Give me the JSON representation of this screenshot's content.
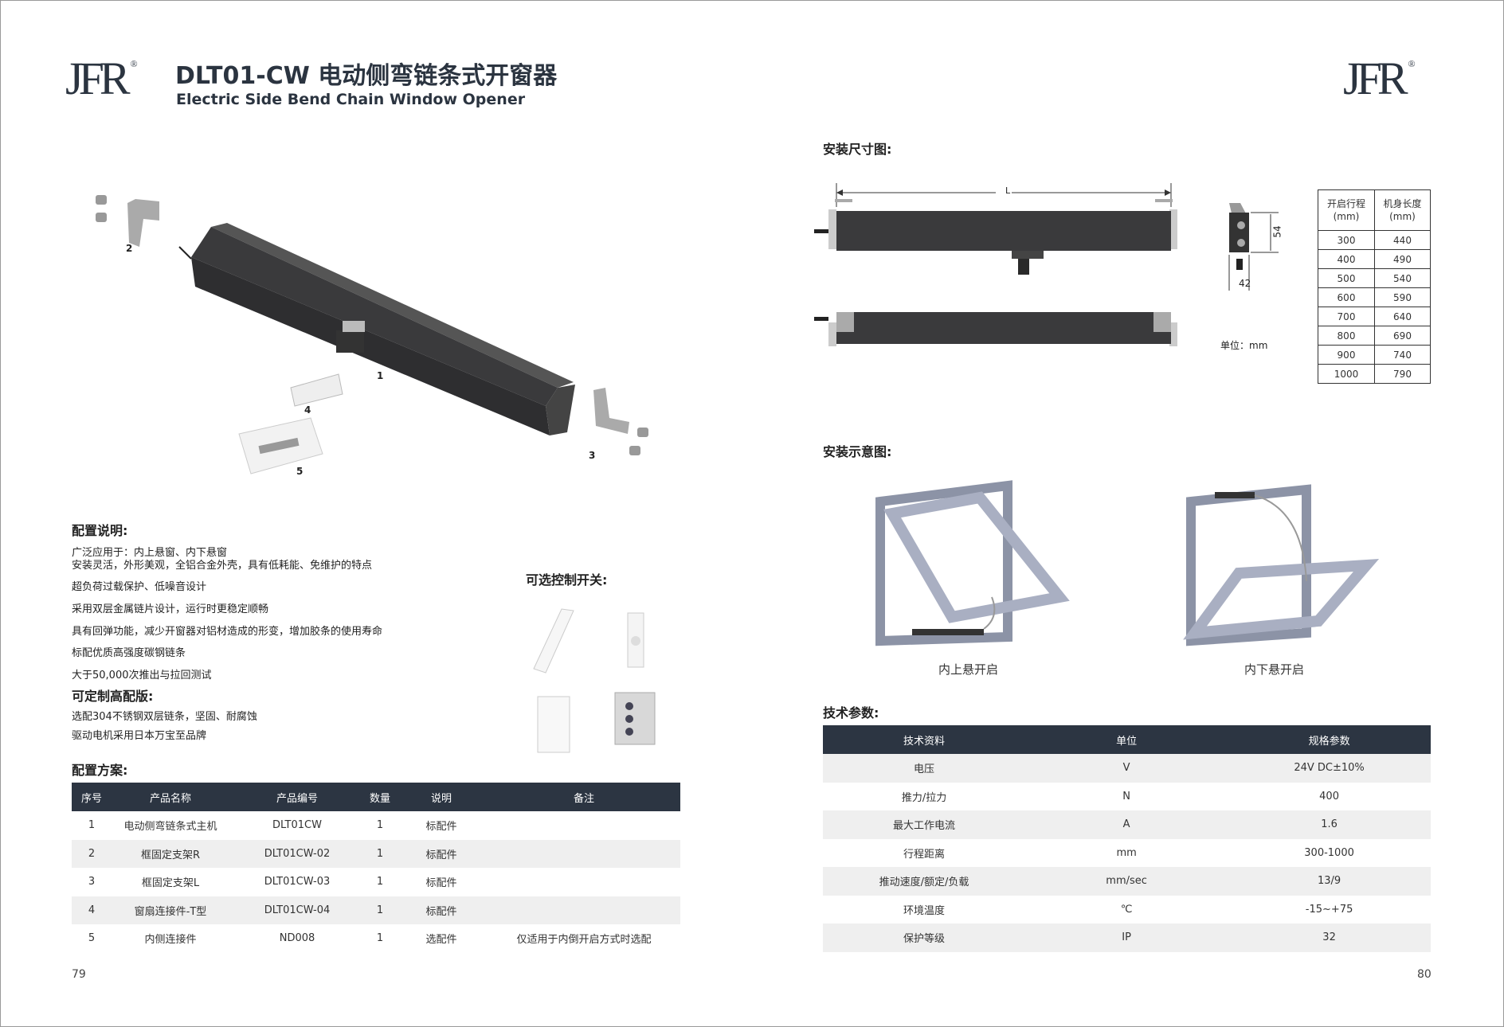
{
  "brand": {
    "logo_text": "JFR",
    "registered": "®"
  },
  "header": {
    "title": "DLT01-CW 电动侧弯链条式开窗器",
    "subtitle": "Electric Side Bend Chain Window Opener"
  },
  "exploded_view": {
    "part_labels": [
      "1",
      "2",
      "3",
      "4",
      "5"
    ]
  },
  "config_desc": {
    "heading": "配置说明:",
    "lines": [
      "广泛应用于：内上悬窗、内下悬窗",
      "安装灵活，外形美观，全铝合金外壳，具有低耗能、免维护的特点",
      "超负荷过载保护、低噪音设计",
      "采用双层金属链片设计，运行时更稳定顺畅",
      "具有回弹功能，减少开窗器对铝材造成的形变，增加胶条的使用寿命",
      "标配优质高强度碳钢链条",
      "大于50,000次推出与拉回测试"
    ]
  },
  "custom": {
    "heading": "可定制高配版:",
    "lines": [
      "选配304不锈钢双层链条，坚固、耐腐蚀",
      "驱动电机采用日本万宝至品牌"
    ]
  },
  "switches": {
    "heading": "可选控制开关:"
  },
  "config_plan": {
    "heading": "配置方案:",
    "columns": [
      "序号",
      "产品名称",
      "产品编号",
      "数量",
      "说明",
      "备注"
    ],
    "rows": [
      [
        "1",
        "电动侧弯链条式主机",
        "DLT01CW",
        "1",
        "标配件",
        ""
      ],
      [
        "2",
        "框固定支架R",
        "DLT01CW-02",
        "1",
        "标配件",
        ""
      ],
      [
        "3",
        "框固定支架L",
        "DLT01CW-03",
        "1",
        "标配件",
        ""
      ],
      [
        "4",
        "窗扇连接件-T型",
        "DLT01CW-04",
        "1",
        "标配件",
        ""
      ],
      [
        "5",
        "内侧连接件",
        "ND008",
        "1",
        "选配件",
        "仅适用于内倒开启方式时选配"
      ]
    ]
  },
  "install_dims": {
    "heading": "安装尺寸图:",
    "length_label": "L",
    "height_label": "54",
    "width_label": "42",
    "unit": "单位：mm",
    "columns": [
      "开启行程\n(mm)",
      "机身长度\n(mm)"
    ],
    "col1": "开启行程",
    "col1u": "(mm)",
    "col2": "机身长度",
    "col2u": "(mm)",
    "rows": [
      [
        "300",
        "440"
      ],
      [
        "400",
        "490"
      ],
      [
        "500",
        "540"
      ],
      [
        "600",
        "590"
      ],
      [
        "700",
        "640"
      ],
      [
        "800",
        "690"
      ],
      [
        "900",
        "740"
      ],
      [
        "1000",
        "790"
      ]
    ]
  },
  "install_diagram": {
    "heading": "安装示意图:",
    "captions": [
      "内上悬开启",
      "内下悬开启"
    ]
  },
  "tech": {
    "heading": "技术参数:",
    "columns": [
      "技术资料",
      "单位",
      "规格参数"
    ],
    "rows": [
      [
        "电压",
        "V",
        "24V DC±10%"
      ],
      [
        "推力/拉力",
        "N",
        "400"
      ],
      [
        "最大工作电流",
        "A",
        "1.6"
      ],
      [
        "行程距离",
        "mm",
        "300-1000"
      ],
      [
        "推动速度/额定/负载",
        "mm/sec",
        "13/9"
      ],
      [
        "环境温度",
        "℃",
        "-15~+75"
      ],
      [
        "保护等级",
        "IP",
        "32"
      ]
    ]
  },
  "pages": {
    "left": "79",
    "right": "80"
  },
  "colors": {
    "header_dark": "#2c3542",
    "row_alt": "#efefef",
    "actuator": "#3a3a3c"
  }
}
